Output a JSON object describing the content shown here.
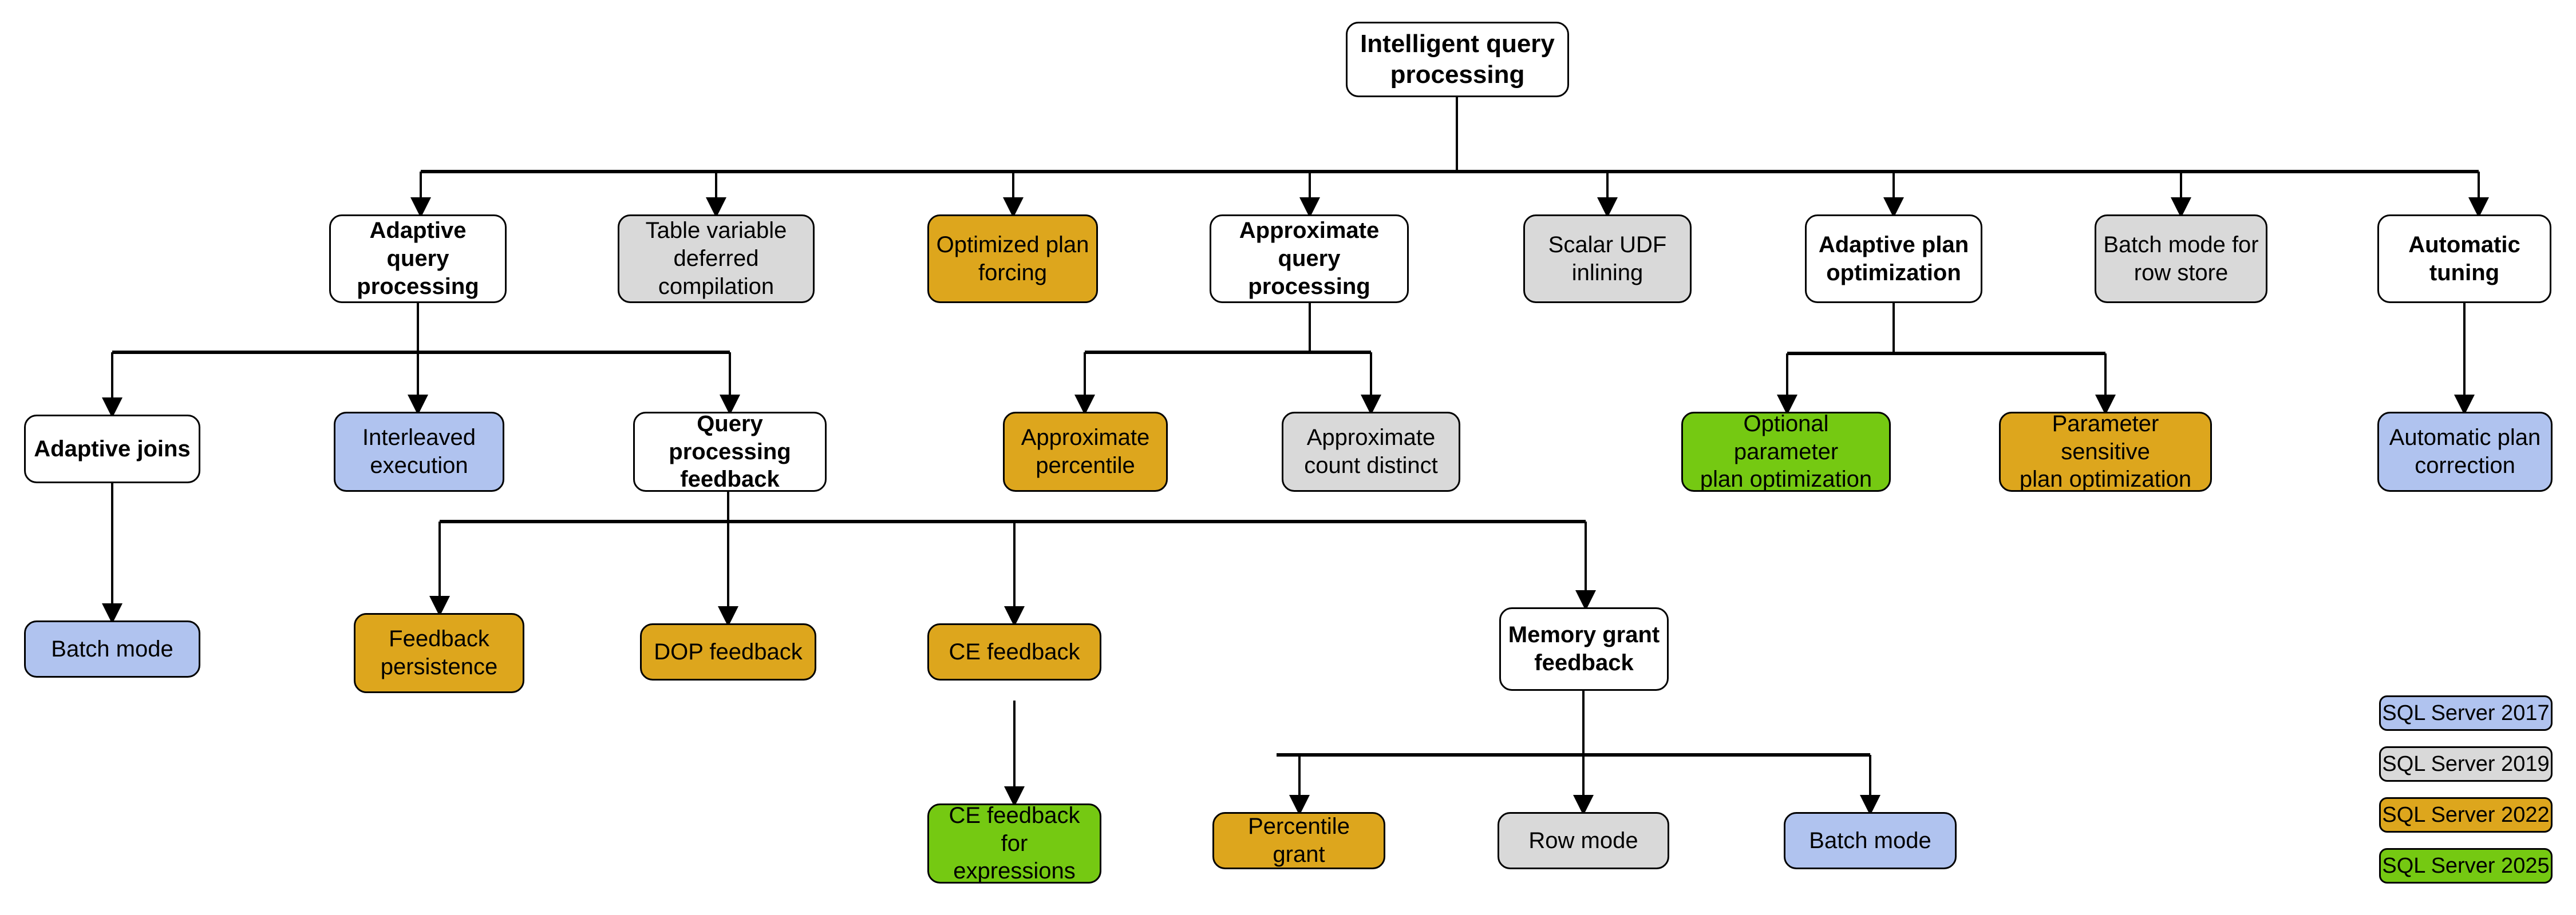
{
  "diagram": {
    "title": "Intelligent query processing",
    "root": {
      "id": "root",
      "label": "Intelligent query\nprocessing",
      "style": "white"
    },
    "nodes": [
      {
        "id": "adaptive-query-processing",
        "label": "Adaptive query\nprocessing",
        "style": "white"
      },
      {
        "id": "table-variable-deferred-compilation",
        "label": "Table variable\ndeferred compilation",
        "style": "gray"
      },
      {
        "id": "optimized-plan-forcing",
        "label": "Optimized plan\nforcing",
        "style": "orange"
      },
      {
        "id": "approximate-query-processing",
        "label": "Approximate\nquery processing",
        "style": "white"
      },
      {
        "id": "scalar-udf-inlining",
        "label": "Scalar UDF\ninlining",
        "style": "gray"
      },
      {
        "id": "adaptive-plan-optimization",
        "label": "Adaptive plan\noptimization",
        "style": "white"
      },
      {
        "id": "batch-mode-for-row-store",
        "label": "Batch mode for\nrow store",
        "style": "gray"
      },
      {
        "id": "automatic-tuning",
        "label": "Automatic\ntuning",
        "style": "white"
      },
      {
        "id": "adaptive-joins",
        "label": "Adaptive joins",
        "style": "white"
      },
      {
        "id": "interleaved-execution",
        "label": "Interleaved\nexecution",
        "style": "blue"
      },
      {
        "id": "query-processing-feedback",
        "label": "Query processing\nfeedback",
        "style": "white"
      },
      {
        "id": "approximate-percentile",
        "label": "Approximate\npercentile",
        "style": "orange"
      },
      {
        "id": "approximate-count-distinct",
        "label": "Approximate\ncount distinct",
        "style": "gray"
      },
      {
        "id": "optional-parameter-plan-optimization",
        "label": "Optional parameter\nplan optimization",
        "style": "green"
      },
      {
        "id": "parameter-sensitive-plan-optimization",
        "label": "Parameter sensitive\nplan optimization",
        "style": "orange"
      },
      {
        "id": "automatic-plan-correction",
        "label": "Automatic plan\ncorrection",
        "style": "blue"
      },
      {
        "id": "batch-mode",
        "label": "Batch mode",
        "style": "blue"
      },
      {
        "id": "feedback-persistence",
        "label": "Feedback\npersistence",
        "style": "orange"
      },
      {
        "id": "dop-feedback",
        "label": "DOP feedback",
        "style": "orange"
      },
      {
        "id": "ce-feedback",
        "label": "CE feedback",
        "style": "orange"
      },
      {
        "id": "memory-grant-feedback",
        "label": "Memory grant\nfeedback",
        "style": "white"
      },
      {
        "id": "ce-feedback-for-expressions",
        "label": "CE feedback for\nexpressions",
        "style": "green"
      },
      {
        "id": "percentile-grant",
        "label": "Percentile grant",
        "style": "orange"
      },
      {
        "id": "row-mode",
        "label": "Row mode",
        "style": "gray"
      },
      {
        "id": "batch-mode-mgf",
        "label": "Batch mode",
        "style": "blue"
      }
    ],
    "edges": [
      {
        "from": "root",
        "to": "adaptive-query-processing"
      },
      {
        "from": "root",
        "to": "table-variable-deferred-compilation"
      },
      {
        "from": "root",
        "to": "optimized-plan-forcing"
      },
      {
        "from": "root",
        "to": "approximate-query-processing"
      },
      {
        "from": "root",
        "to": "scalar-udf-inlining"
      },
      {
        "from": "root",
        "to": "adaptive-plan-optimization"
      },
      {
        "from": "root",
        "to": "batch-mode-for-row-store"
      },
      {
        "from": "root",
        "to": "automatic-tuning"
      },
      {
        "from": "adaptive-query-processing",
        "to": "adaptive-joins"
      },
      {
        "from": "adaptive-query-processing",
        "to": "interleaved-execution"
      },
      {
        "from": "adaptive-query-processing",
        "to": "query-processing-feedback"
      },
      {
        "from": "approximate-query-processing",
        "to": "approximate-percentile"
      },
      {
        "from": "approximate-query-processing",
        "to": "approximate-count-distinct"
      },
      {
        "from": "adaptive-plan-optimization",
        "to": "optional-parameter-plan-optimization"
      },
      {
        "from": "adaptive-plan-optimization",
        "to": "parameter-sensitive-plan-optimization"
      },
      {
        "from": "automatic-tuning",
        "to": "automatic-plan-correction"
      },
      {
        "from": "adaptive-joins",
        "to": "batch-mode"
      },
      {
        "from": "query-processing-feedback",
        "to": "feedback-persistence"
      },
      {
        "from": "query-processing-feedback",
        "to": "dop-feedback"
      },
      {
        "from": "query-processing-feedback",
        "to": "ce-feedback"
      },
      {
        "from": "query-processing-feedback",
        "to": "memory-grant-feedback"
      },
      {
        "from": "ce-feedback",
        "to": "ce-feedback-for-expressions"
      },
      {
        "from": "memory-grant-feedback",
        "to": "percentile-grant"
      },
      {
        "from": "memory-grant-feedback",
        "to": "row-mode"
      },
      {
        "from": "memory-grant-feedback",
        "to": "batch-mode-mgf"
      }
    ]
  },
  "legend": {
    "items": [
      {
        "id": "legend-sql-server-2017",
        "label": "SQL Server 2017",
        "style": "blue",
        "color": "#b0c3ef"
      },
      {
        "id": "legend-sql-server-2019",
        "label": "SQL Server 2019",
        "style": "gray",
        "color": "#d9d9d9"
      },
      {
        "id": "legend-sql-server-2022",
        "label": "SQL Server 2022",
        "style": "orange",
        "color": "#dda61d"
      },
      {
        "id": "legend-sql-server-2025",
        "label": "SQL Server 2025",
        "style": "green",
        "color": "#75c912"
      }
    ]
  },
  "colors": {
    "blue": "#b0c3ef",
    "gray": "#d9d9d9",
    "orange": "#dda61d",
    "green": "#75c912",
    "white": "#ffffff",
    "stroke": "#000000"
  }
}
